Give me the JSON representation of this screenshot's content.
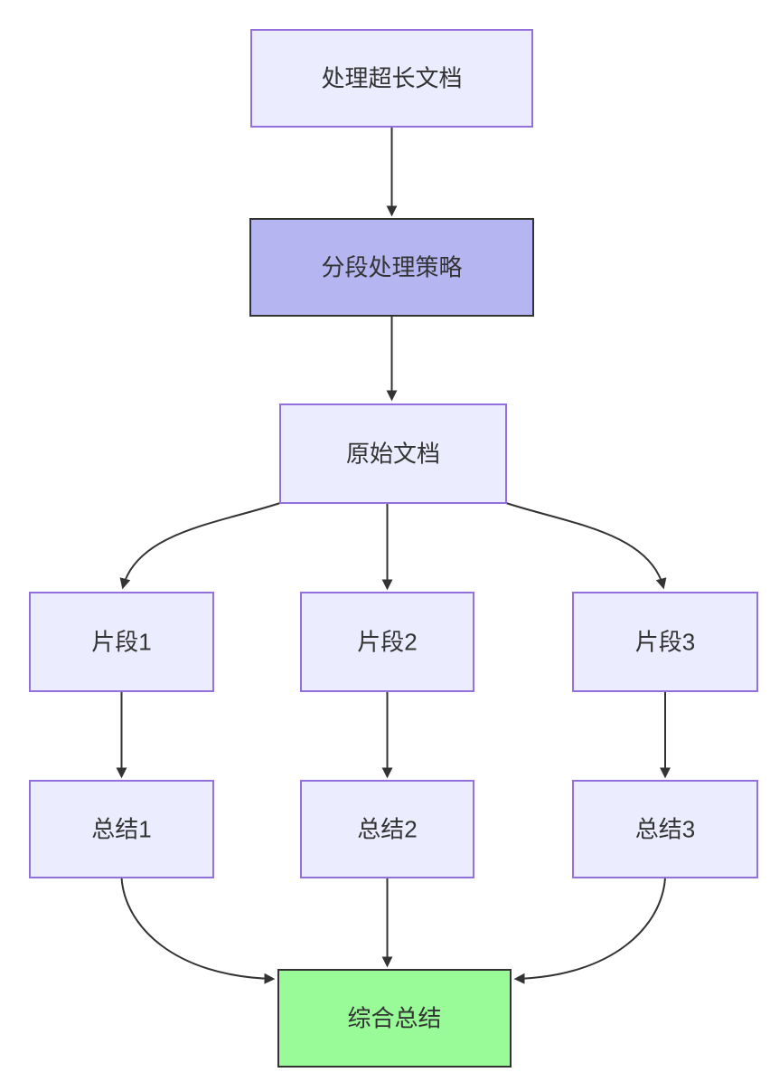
{
  "diagram": {
    "type": "flowchart",
    "direction": "top-down",
    "background": "#FFFFFF",
    "colors": {
      "default_node_fill": "#ECECFF",
      "default_node_stroke": "#9370DB",
      "highlight_node_fill": "#B5B5F2",
      "highlight_node_stroke": "#333333",
      "result_node_fill": "#98FB98",
      "result_node_stroke": "#333333",
      "edge": "#333333",
      "text": "#333333"
    },
    "nodes": [
      {
        "id": "task",
        "label": "处理超长文档",
        "fill": "#ECECFF",
        "stroke": "#9370DB",
        "stroke_width": 2
      },
      {
        "id": "strategy",
        "label": "分段处理策略",
        "fill": "#B5B5F2",
        "stroke": "#333333",
        "stroke_width": 3.5
      },
      {
        "id": "source_doc",
        "label": "原始文档",
        "fill": "#ECECFF",
        "stroke": "#9370DB",
        "stroke_width": 2
      },
      {
        "id": "fragment1",
        "label": "片段1",
        "fill": "#ECECFF",
        "stroke": "#9370DB",
        "stroke_width": 2
      },
      {
        "id": "fragment2",
        "label": "片段2",
        "fill": "#ECECFF",
        "stroke": "#9370DB",
        "stroke_width": 2
      },
      {
        "id": "fragment3",
        "label": "片段3",
        "fill": "#ECECFF",
        "stroke": "#9370DB",
        "stroke_width": 2
      },
      {
        "id": "summary1",
        "label": "总结1",
        "fill": "#ECECFF",
        "stroke": "#9370DB",
        "stroke_width": 2
      },
      {
        "id": "summary2",
        "label": "总结2",
        "fill": "#ECECFF",
        "stroke": "#9370DB",
        "stroke_width": 2
      },
      {
        "id": "summary3",
        "label": "总结3",
        "fill": "#ECECFF",
        "stroke": "#9370DB",
        "stroke_width": 2
      },
      {
        "id": "final_summary",
        "label": "综合总结",
        "fill": "#98FB98",
        "stroke": "#333333",
        "stroke_width": 3
      }
    ],
    "edges": [
      {
        "from": "task",
        "to": "strategy"
      },
      {
        "from": "strategy",
        "to": "source_doc"
      },
      {
        "from": "source_doc",
        "to": "fragment1"
      },
      {
        "from": "source_doc",
        "to": "fragment2"
      },
      {
        "from": "source_doc",
        "to": "fragment3"
      },
      {
        "from": "fragment1",
        "to": "summary1"
      },
      {
        "from": "fragment2",
        "to": "summary2"
      },
      {
        "from": "fragment3",
        "to": "summary3"
      },
      {
        "from": "summary1",
        "to": "final_summary"
      },
      {
        "from": "summary2",
        "to": "final_summary"
      },
      {
        "from": "summary3",
        "to": "final_summary"
      }
    ]
  }
}
